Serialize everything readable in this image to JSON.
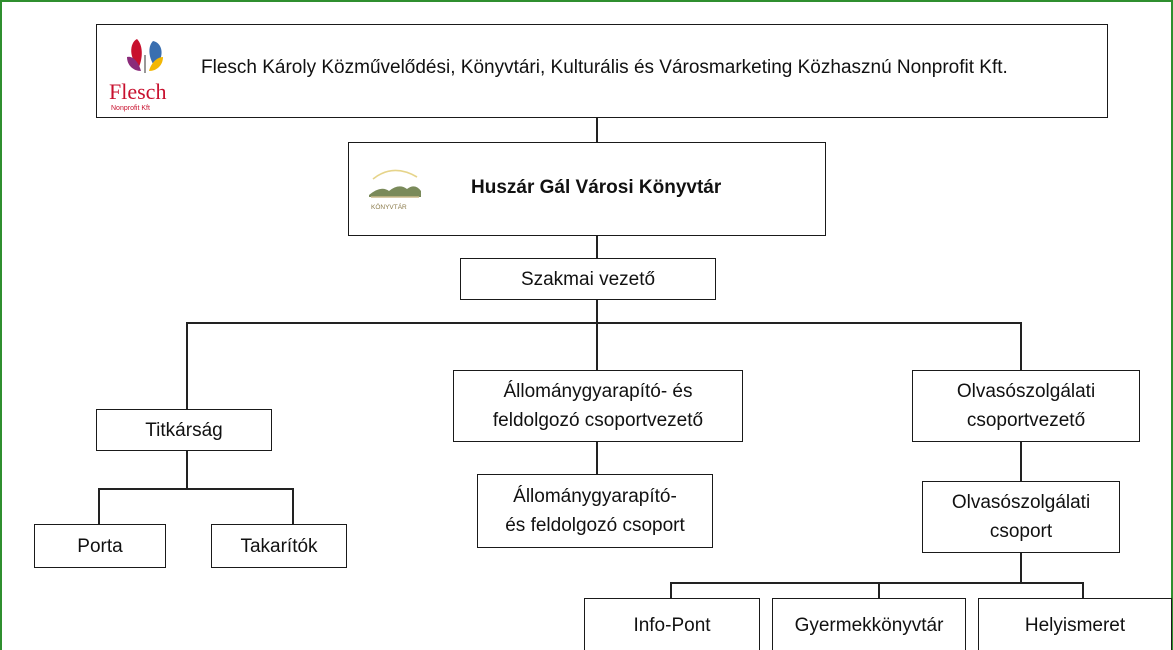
{
  "org": {
    "flesch": {
      "name": "Flesch Károly Közművelődési, Könyvtári, Kulturális és Városmarketing Közhasznú Nonprofit Kft.",
      "logo_text": "Flesch",
      "logo_subtext": "Nonprofit Kft"
    },
    "library": {
      "name": "Huszár Gál Városi Könyvtár",
      "logo_text": "KÖNYVTÁR"
    },
    "szakmai": "Szakmai vezető",
    "titkarsag": "Titkárság",
    "allomany_vezeto": [
      "Állománygyarapító- és",
      "feldolgozó csoportvezető"
    ],
    "olvaso_vezeto": [
      "Olvasószolgálati",
      "csoportvezető"
    ],
    "porta": "Porta",
    "takaritok": "Takarítók",
    "allomany_csoport": [
      "Állománygyarapító-",
      "és feldolgozó csoport"
    ],
    "olvaso_csoport": [
      "Olvasószolgálati",
      "csoport"
    ],
    "info_pont": "Info-Pont",
    "gyermek": "Gyermekkönyvtár",
    "helyismeret": "Helyismeret"
  },
  "colors": {
    "frame": "#2f8f2f",
    "lines": "#222222",
    "logo_red": "#c8102e",
    "logo_blue": "#3a6fb0",
    "logo_yellow": "#f2b705",
    "logo_purple": "#8a2b7a"
  }
}
